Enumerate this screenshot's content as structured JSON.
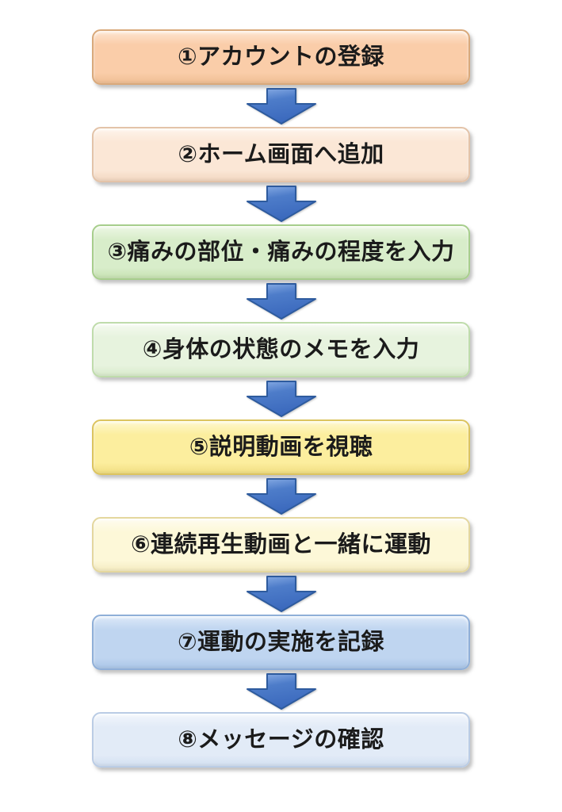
{
  "page": {
    "background": "#FFFFFF",
    "text_color": "#1B1B1B"
  },
  "flowchart": {
    "steps": [
      {
        "label": "①アカウントの登録",
        "fill": "#FACDA9",
        "fill_light": "#FEE6D2",
        "fill_dark": "#EFBE93",
        "border": "#D9A97B"
      },
      {
        "label": "②ホーム画面へ追加",
        "fill": "#FBE7D6",
        "fill_light": "#FEF4EB",
        "fill_dark": "#F2D7C1",
        "border": "#E3C3A8"
      },
      {
        "label": "③痛みの部位・痛みの程度を入力",
        "fill": "#D8EDCA",
        "fill_light": "#EDF7E5",
        "fill_dark": "#C6E1B1",
        "border": "#A7CE8C"
      },
      {
        "label": "④身体の状態のメモを入力",
        "fill": "#E7F3DE",
        "fill_light": "#F5FAF0",
        "fill_dark": "#D8EACB",
        "border": "#BFDCAB"
      },
      {
        "label": "⑤説明動画を視聴",
        "fill": "#FCEE9E",
        "fill_light": "#FEF8CF",
        "fill_dark": "#F1DE82",
        "border": "#DCC45F"
      },
      {
        "label": "⑥連続再生動画と一緒に運動",
        "fill": "#FDF8D8",
        "fill_light": "#FEFCEF",
        "fill_dark": "#F4EBC0",
        "border": "#E4D79E"
      },
      {
        "label": "⑦運動の実施を記録",
        "fill": "#BFD5F0",
        "fill_light": "#DDE9F8",
        "fill_dark": "#AAC5E7",
        "border": "#8FAFD8"
      },
      {
        "label": "⑧メッセージの確認",
        "fill": "#E2EBF7",
        "fill_light": "#F2F6FC",
        "fill_dark": "#D2DFF1",
        "border": "#BACCE5"
      }
    ],
    "arrow": {
      "icon": "down-arrow-icon",
      "fill_top": "#8FB2E8",
      "fill_mid": "#4D7CC9",
      "fill_bottom": "#3B69BD",
      "stroke": "#2E5B9E"
    }
  }
}
